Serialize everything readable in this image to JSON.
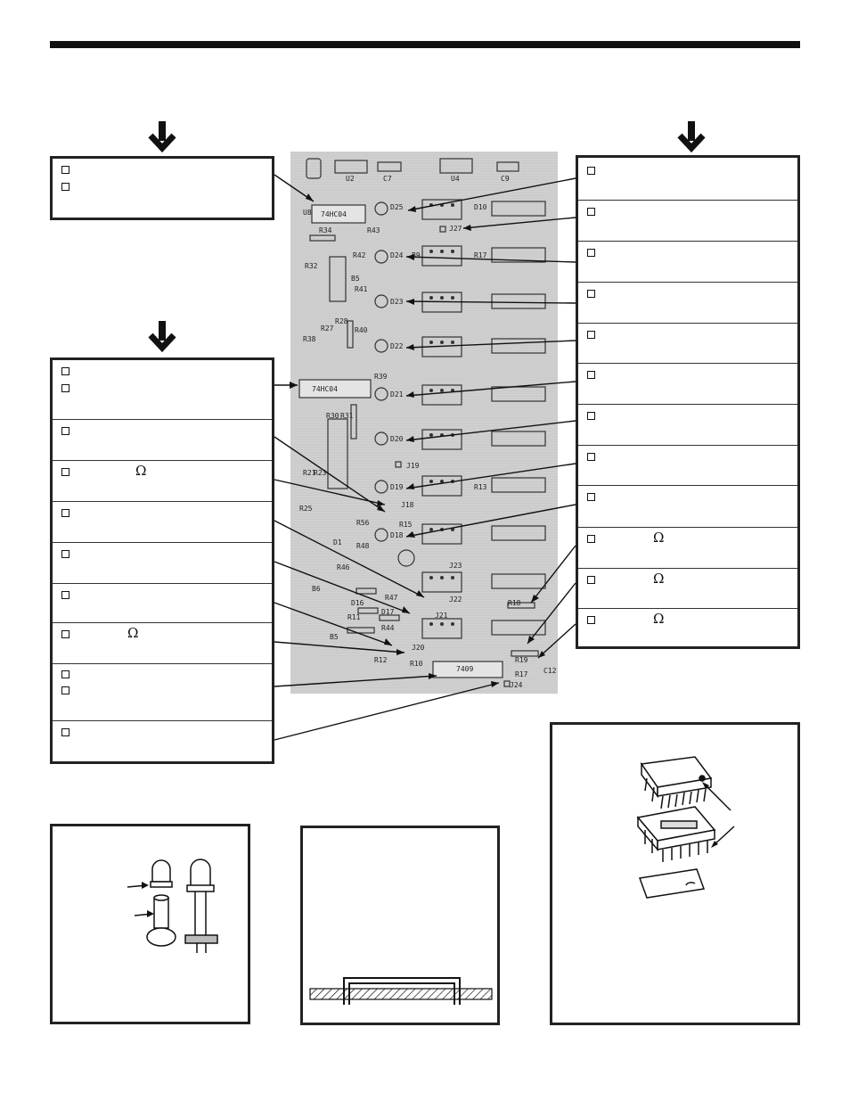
{
  "symbols": {
    "ohm": "Ω"
  },
  "icons": [
    "down-arrow-icon",
    "checkbox-icon",
    "led-icon",
    "jumper-wire-icon",
    "ic-socket-icon"
  ],
  "pcb_labels": {
    "u2": "U2",
    "c7": "C7",
    "u4": "U4",
    "c9": "C9",
    "u8": "U8",
    "ic_top": "74HC04",
    "d25": "D25",
    "d10": "D10",
    "j27": "J27",
    "r34": "R34",
    "r43": "R43",
    "r42": "R42",
    "d24": "D24",
    "b9": "B9",
    "r17t": "R17",
    "r32": "R32",
    "r41": "R41",
    "b5": "B5",
    "d23": "D23",
    "d22": "D22",
    "r38": "R38",
    "r27": "R27",
    "r28": "R28",
    "r40": "R40",
    "r39": "R39",
    "ic_mid": "74HC04",
    "d21": "D21",
    "r30": "R30",
    "r31": "R31",
    "d20": "D20",
    "j19": "J19",
    "r21": "R21",
    "r23": "R23",
    "d19": "D19",
    "j18": "J18",
    "r13": "R13",
    "r25": "R25",
    "r56": "R56",
    "r15": "R15",
    "d18": "D18",
    "d1": "D1",
    "r48": "R48",
    "j23": "J23",
    "r46": "R46",
    "j22": "J22",
    "b6": "B6",
    "d16": "D16",
    "d17": "D17",
    "r18": "R18",
    "r11": "R11",
    "r47": "R47",
    "j21": "J21",
    "b5b": "B5",
    "r44": "R44",
    "j20": "J20",
    "r12": "R12",
    "r10": "R10",
    "r19": "R19",
    "r17": "R17",
    "ic_bot": "7409",
    "c12": "C12",
    "j24": "J24"
  }
}
